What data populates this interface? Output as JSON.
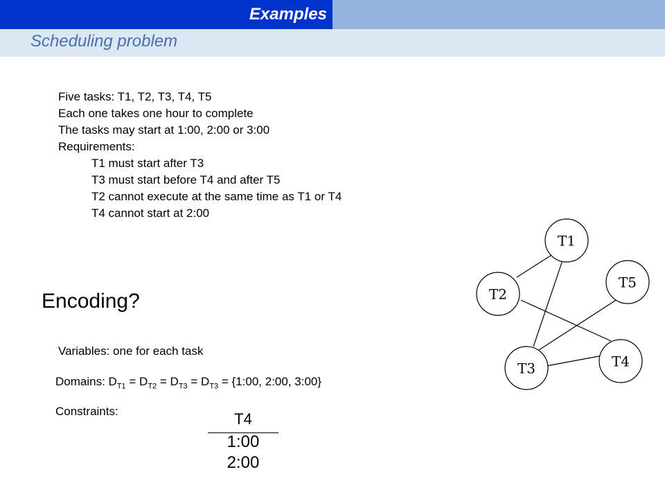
{
  "header": {
    "section_title": "Examples",
    "subtitle": "Scheduling problem"
  },
  "problem": {
    "lines": [
      "Five tasks: T1, T2, T3, T4, T5",
      "Each one takes one hour to complete",
      "The tasks may start at 1:00, 2:00 or 3:00",
      "Requirements:"
    ],
    "requirements": [
      "T1 must start after T3",
      "T3 must start before T4 and after T5",
      "T2 cannot execute at the same time as T1 or T4",
      "T4 cannot start at 2:00"
    ]
  },
  "encoding": {
    "heading": "Encoding?",
    "variables": "Variables: one for each task",
    "domains_prefix": "Domains: D",
    "domains": [
      {
        "sub": "T1",
        "after": " = D"
      },
      {
        "sub": "T2",
        "after": " = D"
      },
      {
        "sub": "T3",
        "after": " = D"
      },
      {
        "sub": "T3",
        "after": " = {1:00, 2:00, 3:00}"
      }
    ],
    "constraints_label": "Constraints:",
    "table": {
      "header": "T4",
      "values": [
        "1:00",
        "2:00"
      ]
    }
  },
  "graph": {
    "nodes": [
      "T1",
      "T2",
      "T3",
      "T4",
      "T5"
    ],
    "edges": [
      [
        "T1",
        "T2"
      ],
      [
        "T1",
        "T3"
      ],
      [
        "T2",
        "T4"
      ],
      [
        "T3",
        "T5"
      ],
      [
        "T3",
        "T4"
      ]
    ]
  },
  "colors": {
    "header_dark": "#0033cc",
    "header_light": "#95b3de",
    "subtitle_band": "#dde7f4",
    "subtitle_text": "#4a6fb0"
  }
}
